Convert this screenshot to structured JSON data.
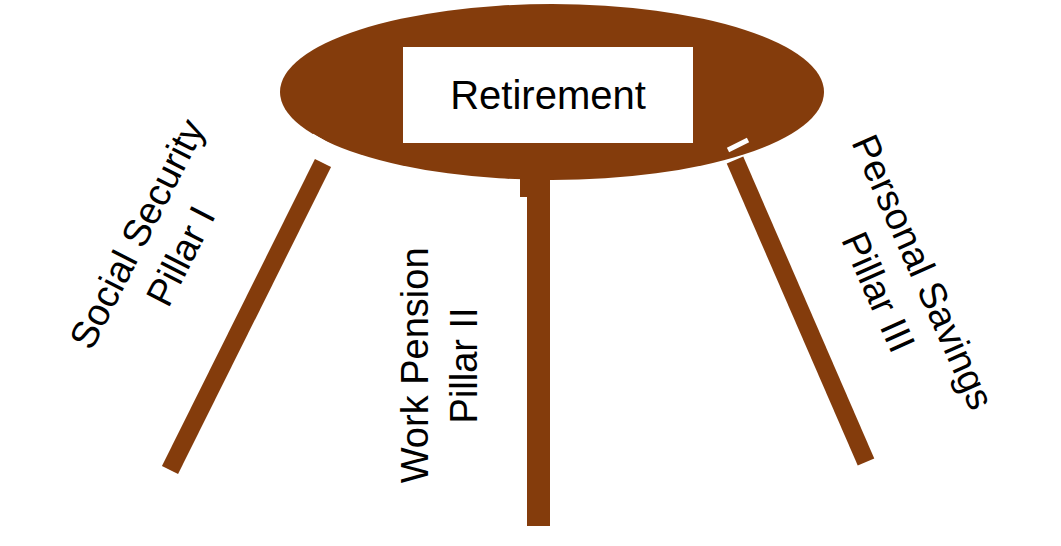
{
  "diagram": {
    "nodes": [
      {
        "text": [
          "Retirement"
        ]
      }
    ],
    "labels": [
      "Social Security",
      "Pillar I",
      "Work Pension",
      "Pillar II",
      "Personal Savings",
      "Pillar III"
    ]
  }
}
